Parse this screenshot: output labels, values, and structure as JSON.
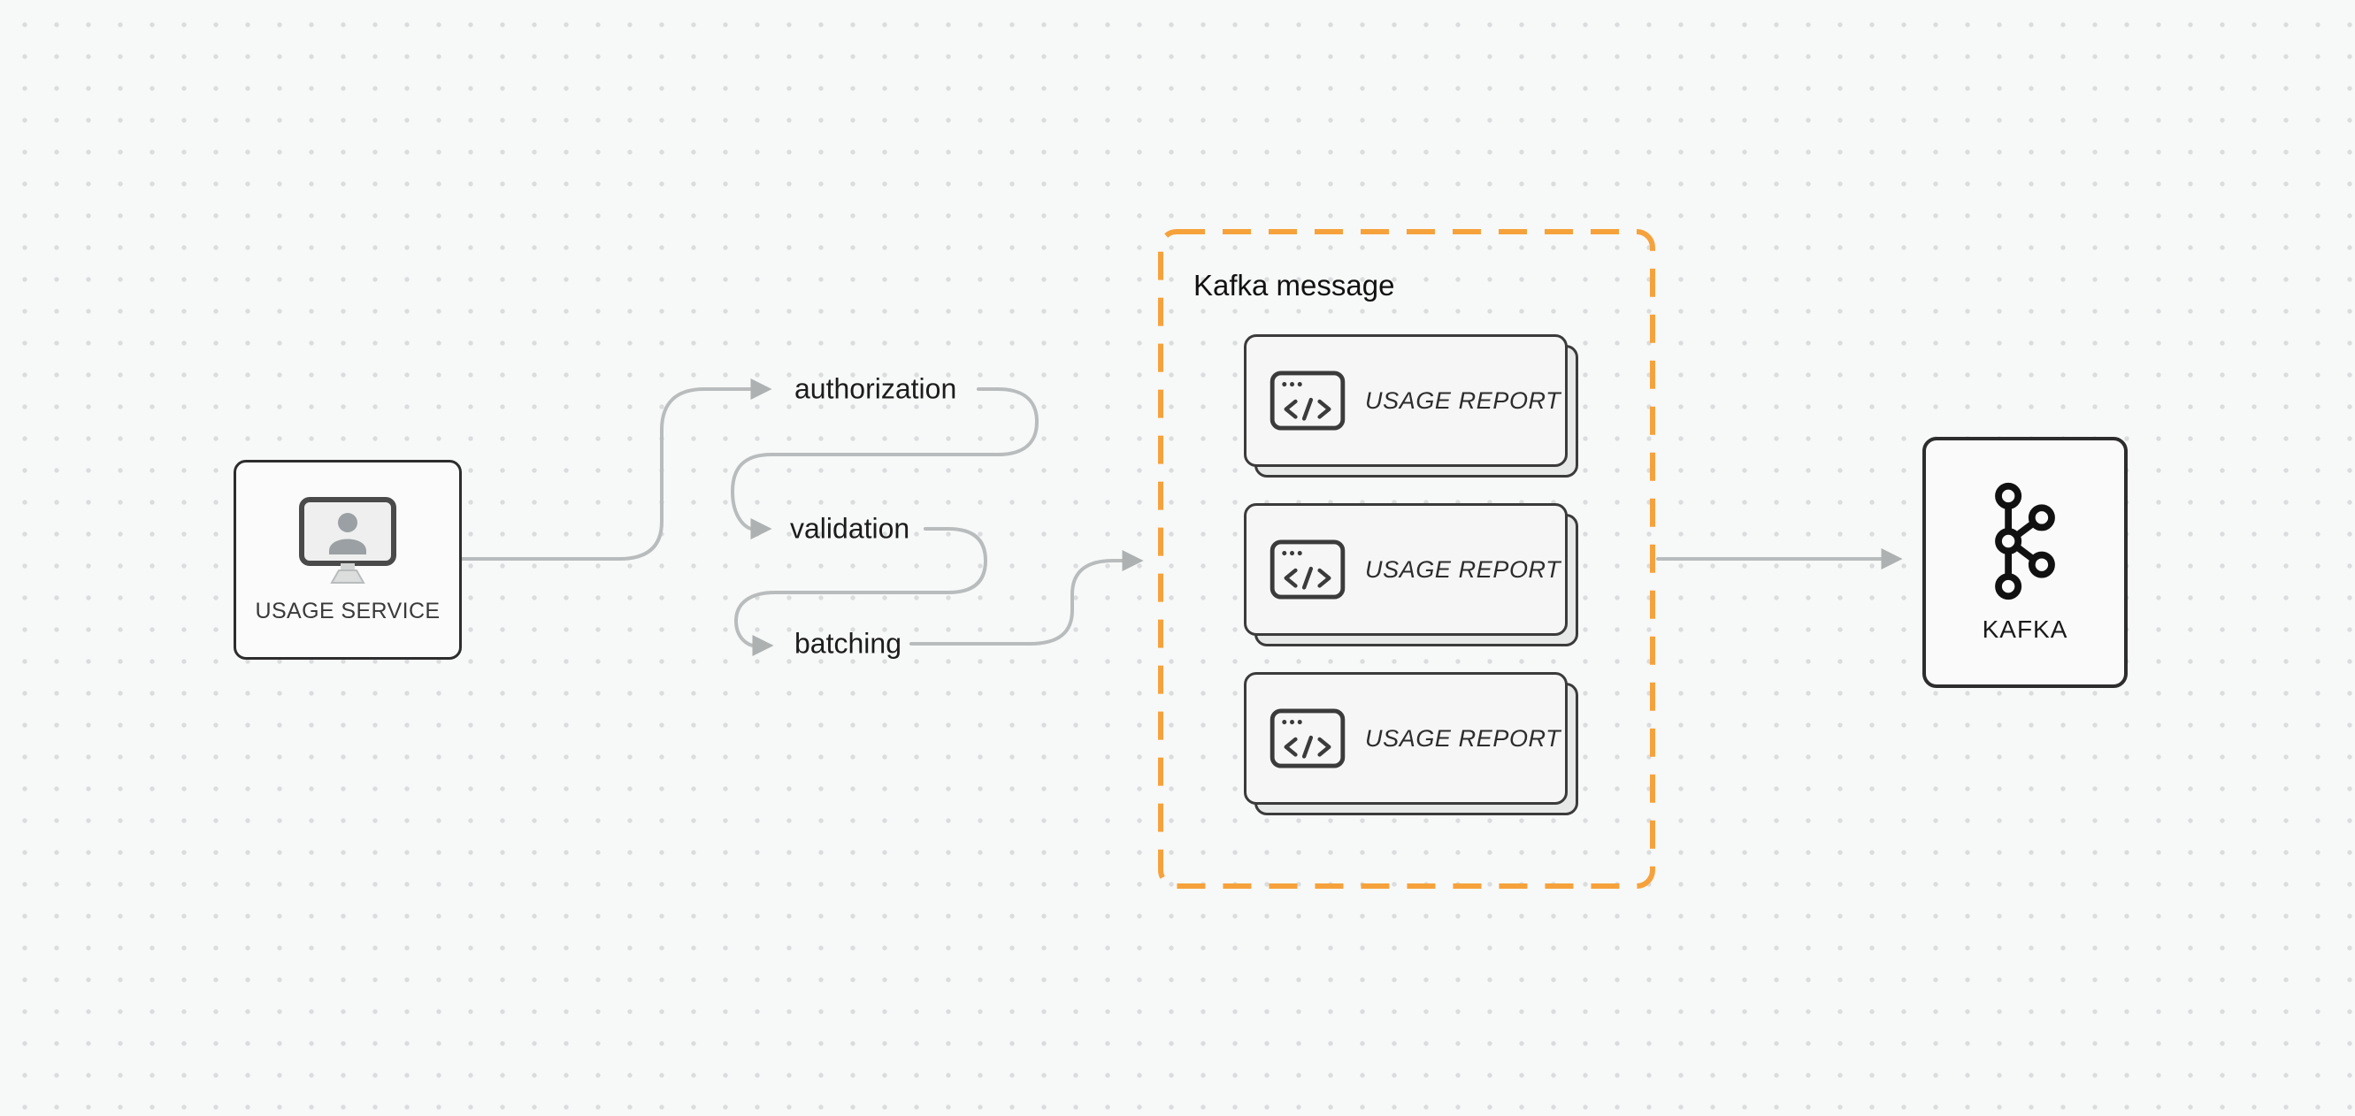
{
  "diagram": {
    "usage_service": {
      "label": "USAGE SERVICE",
      "icon": "monitor-user-icon"
    },
    "flow_steps": [
      {
        "label": "authorization"
      },
      {
        "label": "validation"
      },
      {
        "label": "batching"
      }
    ],
    "kafka_message_group": {
      "title": "Kafka message",
      "accent_color": "#f6a23c",
      "cards": [
        {
          "label": "USAGE REPORT",
          "icon": "code-window-icon"
        },
        {
          "label": "USAGE REPORT",
          "icon": "code-window-icon"
        },
        {
          "label": "USAGE REPORT",
          "icon": "code-window-icon"
        }
      ]
    },
    "kafka": {
      "label": "KAFKA",
      "icon": "kafka-logo-icon"
    },
    "colors": {
      "background": "#f7f8f8",
      "grid_dot": "#dadcdd",
      "arrow": "#b9bcbc",
      "node_border": "#2d2d2d",
      "node_background": "#fbfbfb",
      "group_accent": "#f6a23c"
    }
  }
}
